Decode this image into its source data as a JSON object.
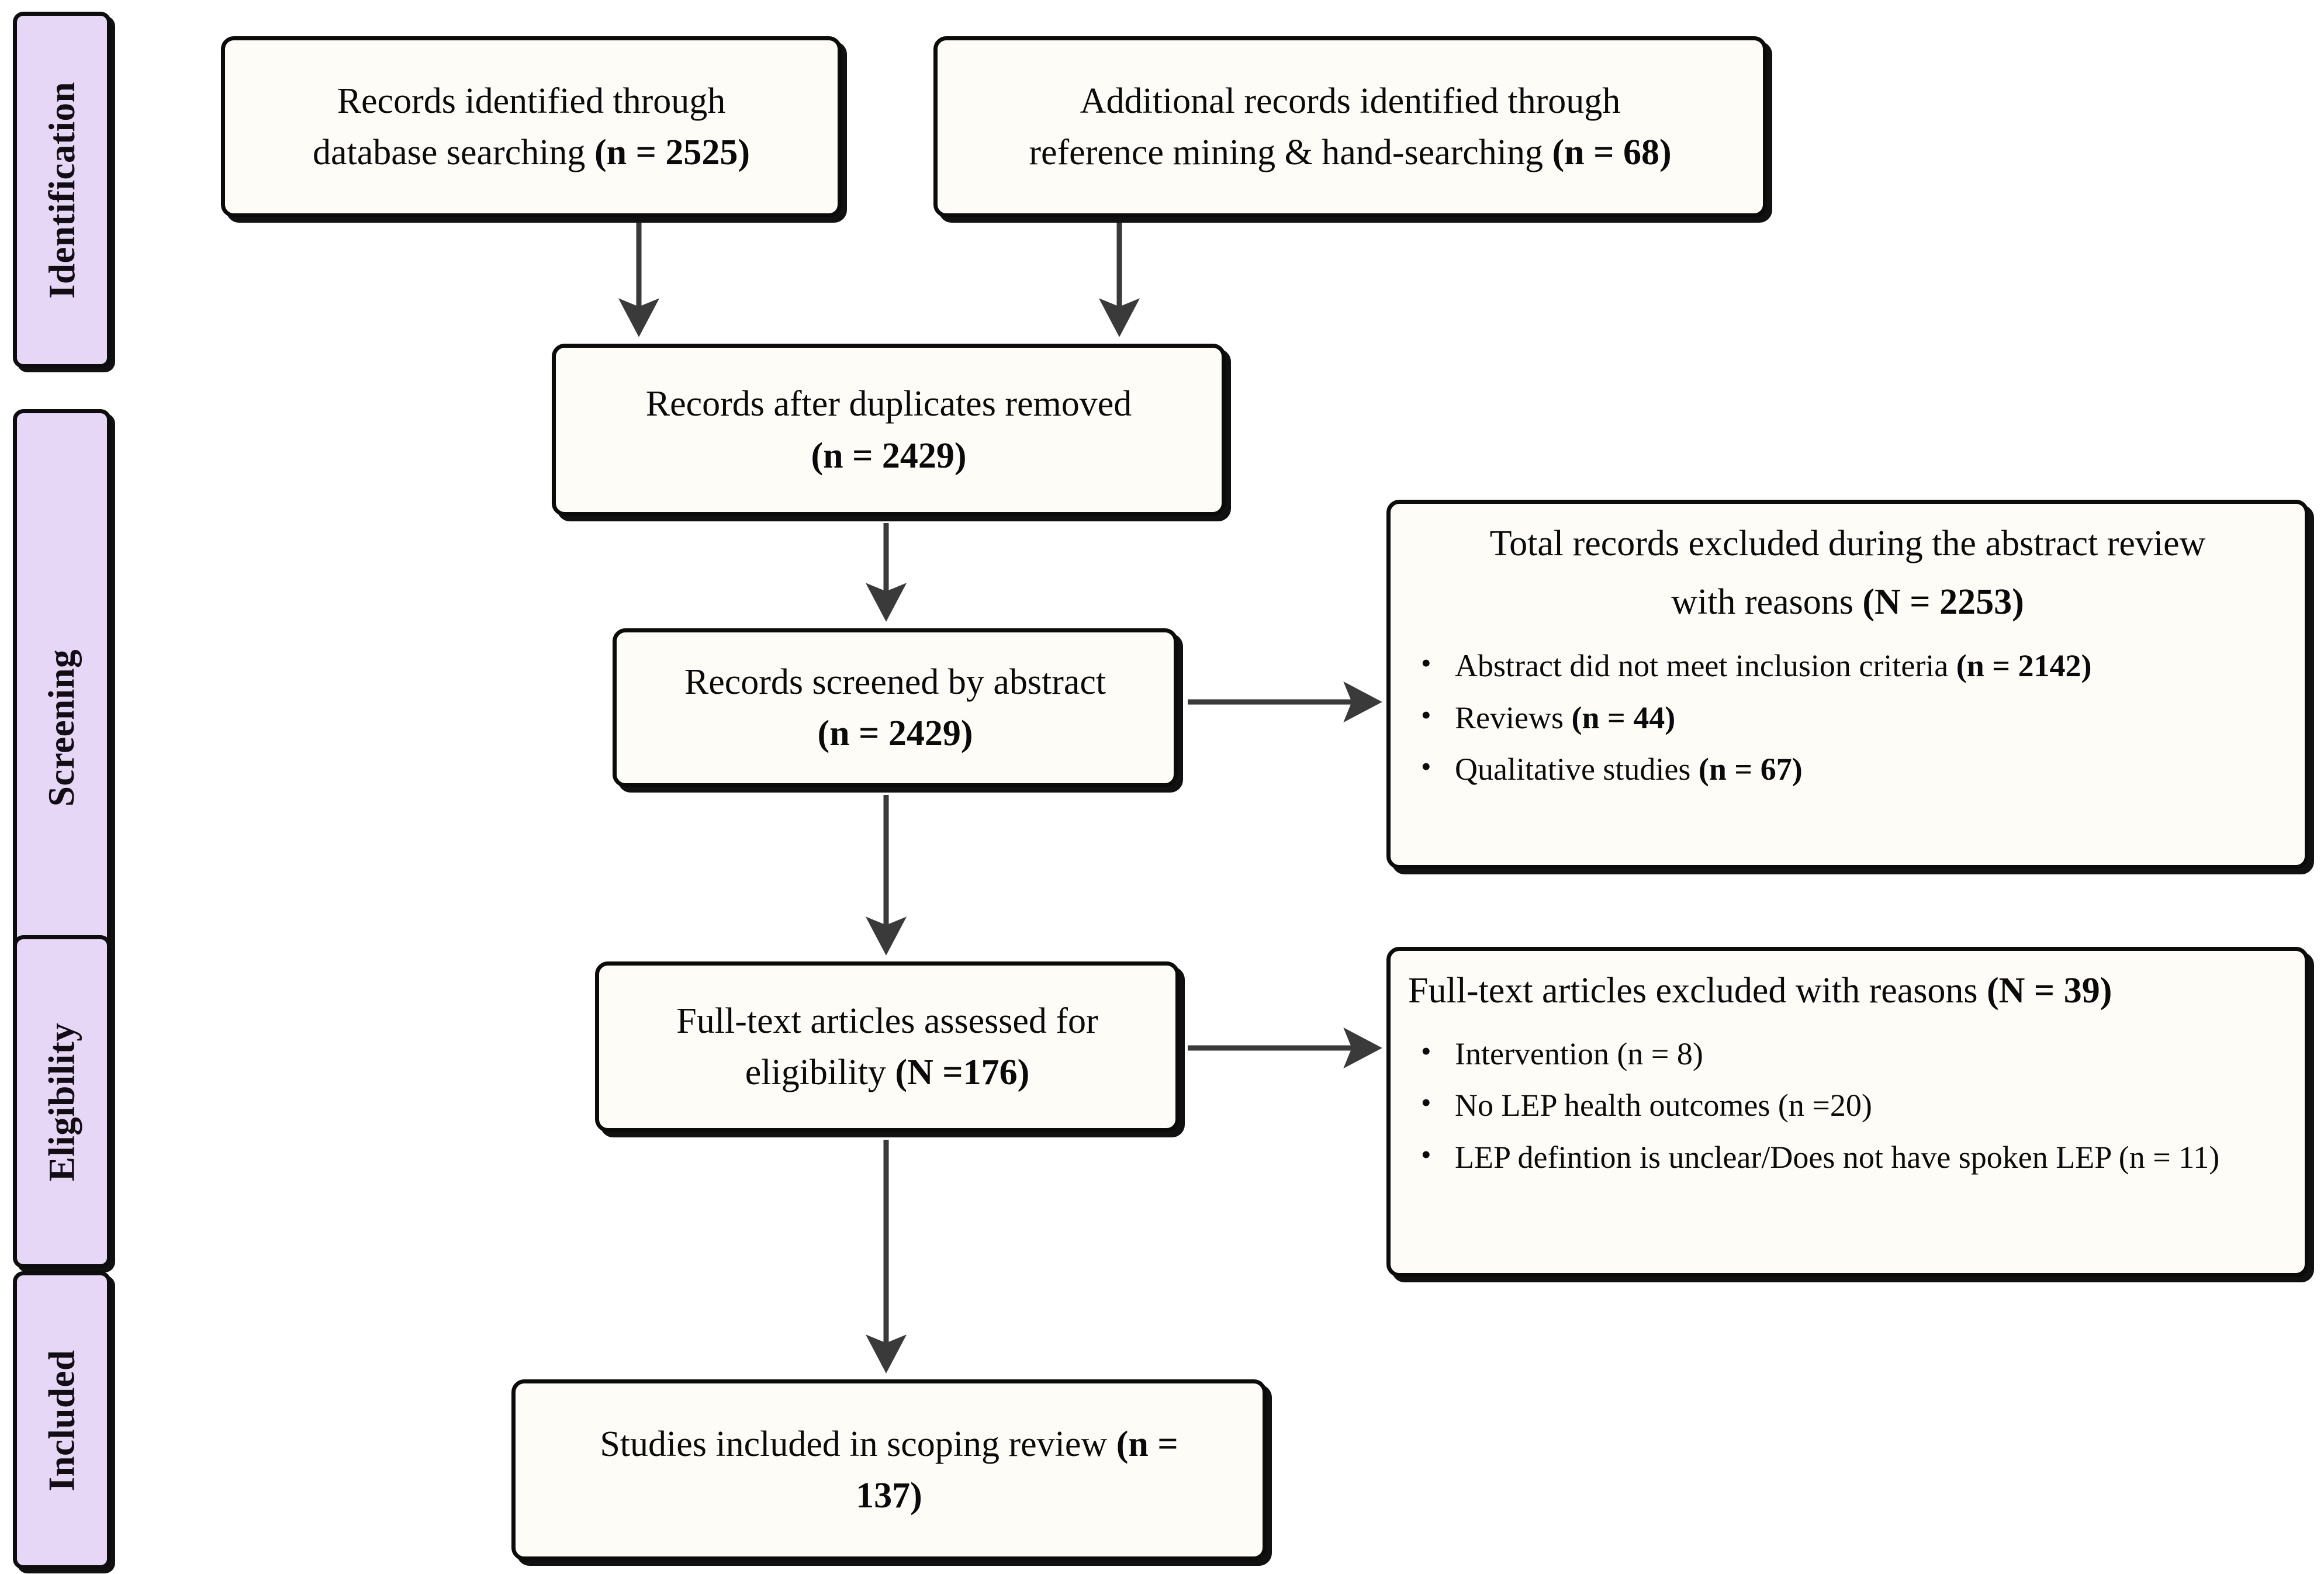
{
  "diagram": {
    "title": "PRISMA scoping review flow diagram",
    "type": "prisma-flowchart",
    "colors": {
      "phase_chip_fill": "#e7d7f7",
      "box_fill": "#fdfcf7",
      "border": "#0b0b0b",
      "arrow": "#3a3a3a",
      "text": "#0a0a0a",
      "background": "#ffffff"
    }
  },
  "phases": [
    {
      "id": "identification",
      "label": "Identification"
    },
    {
      "id": "screening",
      "label": "Screening"
    },
    {
      "id": "eligibility",
      "label": "Eligibility"
    },
    {
      "id": "included",
      "label": "Included"
    }
  ],
  "boxes": {
    "db_search": {
      "line1": "Records identified through",
      "line2_plain": "database searching ",
      "line2_bold": "(n = 2525)"
    },
    "additional_records": {
      "line1": "Additional records identified through",
      "line2_plain": "reference  mining & hand-searching ",
      "line2_bold": "(n = 68)"
    },
    "duplicates_removed": {
      "line1": "Records after duplicates removed",
      "line2_bold": "(n = 2429)"
    },
    "screened_abstract": {
      "line1": "Records screened by abstract",
      "line2_bold": "(n = 2429)"
    },
    "abstract_excluded": {
      "heading_line1": "Total records excluded during the abstract review",
      "heading_line2_plain": "with reasons ",
      "heading_line2_bold": "(N = 2253)",
      "reasons": [
        {
          "text": "Abstract did not meet inclusion criteria ",
          "count": "(n = 2142)",
          "bold_count": true
        },
        {
          "text": "Reviews ",
          "count": "(n = 44)",
          "bold_count": true
        },
        {
          "text": "Qualitative studies ",
          "count": "(n = 67)",
          "bold_count": true
        }
      ]
    },
    "fulltext_assessed": {
      "line1": "Full-text articles assessed for",
      "line2_plain": "eligibility ",
      "line2_bold": "(N =176)"
    },
    "fulltext_excluded": {
      "heading_plain": "Full-text articles excluded with reasons ",
      "heading_bold": "(N = 39)",
      "reasons": [
        {
          "text": "Intervention (n = 8)",
          "count": "",
          "bold_count": false
        },
        {
          "text": "No LEP health outcomes (n =20)",
          "count": "",
          "bold_count": false
        },
        {
          "text": "LEP defintion is unclear/Does not have spoken LEP (n = 11)",
          "count": "",
          "bold_count": false
        }
      ]
    },
    "included_studies": {
      "line1_plain": "Studies included in scoping review ",
      "line1_bold": "(n =",
      "line2_bold": "137)"
    }
  },
  "connectors": [
    {
      "id": "db-to-dedup",
      "from": "db_search",
      "to": "duplicates_removed",
      "direction": "down"
    },
    {
      "id": "additional-to-dedup",
      "from": "additional_records",
      "to": "duplicates_removed",
      "direction": "down"
    },
    {
      "id": "dedup-to-screened",
      "from": "duplicates_removed",
      "to": "screened_abstract",
      "direction": "down"
    },
    {
      "id": "screened-to-excluded",
      "from": "screened_abstract",
      "to": "abstract_excluded",
      "direction": "right"
    },
    {
      "id": "screened-to-fulltext",
      "from": "screened_abstract",
      "to": "fulltext_assessed",
      "direction": "down"
    },
    {
      "id": "fulltext-to-excluded",
      "from": "fulltext_assessed",
      "to": "fulltext_excluded",
      "direction": "right"
    },
    {
      "id": "fulltext-to-included",
      "from": "fulltext_assessed",
      "to": "included_studies",
      "direction": "down"
    }
  ]
}
